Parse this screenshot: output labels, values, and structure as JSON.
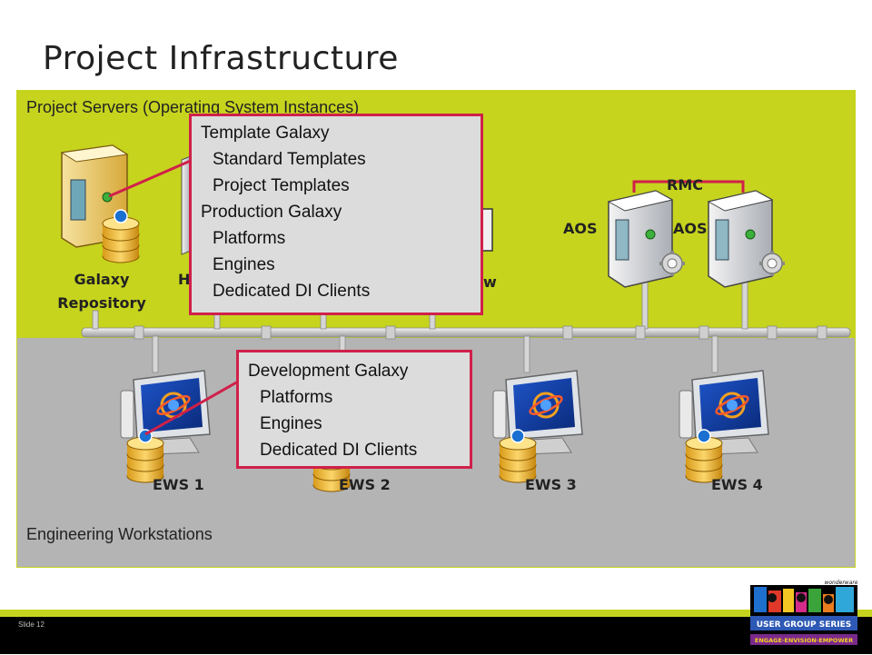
{
  "title": "Project Infrastructure",
  "zones": {
    "servers": "Project Servers (Operating System Instances)",
    "workstations": "Engineering Workstations"
  },
  "nodes": {
    "galaxy_repository": [
      "Galaxy",
      "Repository"
    ],
    "historian_partial": "H",
    "infoview_partial": "w",
    "rmc": "RMC",
    "aos1": "AOS",
    "aos2": "AOS",
    "ews1": "EWS 1",
    "ews2": "EWS 2",
    "ews3": "EWS 3",
    "ews4": "EWS 4"
  },
  "callouts": {
    "template": {
      "lines": [
        {
          "text": "Template Galaxy",
          "indent": false
        },
        {
          "text": "Standard Templates",
          "indent": true
        },
        {
          "text": "Project Templates",
          "indent": true
        },
        {
          "text": "Production Galaxy",
          "indent": false
        },
        {
          "text": "Platforms",
          "indent": true
        },
        {
          "text": "Engines",
          "indent": true
        },
        {
          "text": "Dedicated DI Clients",
          "indent": true
        }
      ]
    },
    "development": {
      "lines": [
        {
          "text": "Development Galaxy",
          "indent": false
        },
        {
          "text": "Platforms",
          "indent": true
        },
        {
          "text": "Engines",
          "indent": true
        },
        {
          "text": "Dedicated DI Clients",
          "indent": true
        }
      ]
    }
  },
  "footer": {
    "slide_number": "Slide 12",
    "logo_top": "wonderware",
    "logo_main": "USER GROUP SERIES",
    "logo_tagline": "ENGAGE·ENVISION·EMPOWER"
  },
  "colors": {
    "lime": "#c6d41e",
    "gray_zone": "#b4b4b4",
    "callout_border": "#d0204a",
    "connector": "#d0204a"
  }
}
